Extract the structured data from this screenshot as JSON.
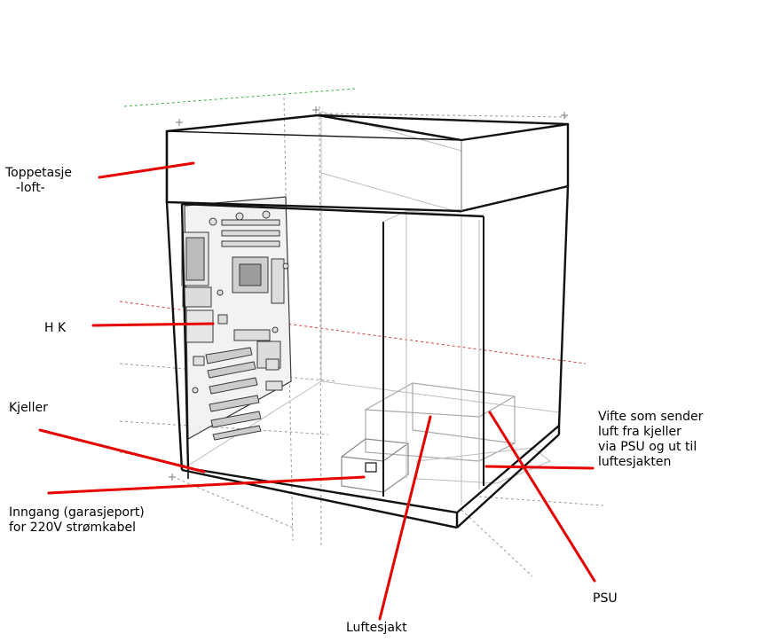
{
  "colors": {
    "line": "#111111",
    "guide": "#9a9a9a",
    "pointer": "#e60000",
    "board": "#3a3a3a",
    "guide_green": "#3cb043",
    "guide_red": "#d04040"
  },
  "labels": {
    "top_floor": [
      "Toppetasje",
      "-loft-"
    ],
    "hk": "H K",
    "basement": "Kjeller",
    "inlet": [
      "Inngang (garasjeport)",
      "for 220V strømkabel"
    ],
    "fan": [
      "Vifte som sender",
      "luft fra kjeller",
      "via PSU og ut til",
      "luftesjakten"
    ],
    "psu": "PSU",
    "shaft": "Luftesjakt"
  }
}
